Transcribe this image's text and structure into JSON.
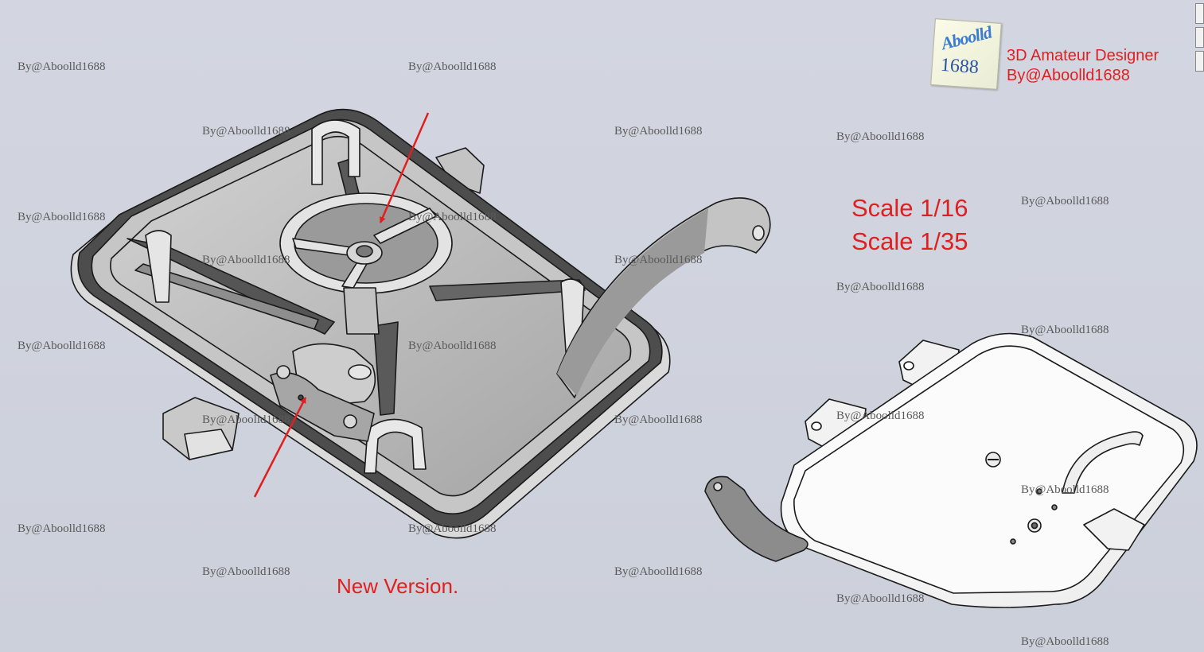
{
  "branding": {
    "logo_top": "Aboolld",
    "logo_bottom": "1688",
    "line1": "3D Amateur Designer",
    "line2": "By@Aboolld1688"
  },
  "annotations": {
    "scale_1": "Scale  1/16",
    "scale_2": "Scale  1/35",
    "new_version": "New Version."
  },
  "watermark_text": "By@Aboolld1688",
  "watermarks": [
    "By@Aboolld1688",
    "By@Aboolld1688",
    "By@Aboolld1688",
    "By@Aboolld1688",
    "By@Aboolld1688",
    "By@Aboolld1688",
    "By@Aboolld1688",
    "By@Aboolld1688",
    "By@Aboolld1688",
    "By@Aboolld1688",
    "By@Aboolld1688",
    "By@Aboolld1688",
    "By@Aboolld1688",
    "By@Aboolld1688",
    "By@Aboolld1688",
    "By@Aboolld1688",
    "By@Aboolld1688",
    "By@Aboolld1688",
    "By@Aboolld1688",
    "By@Aboolld1688",
    "By@Aboolld1688",
    "By@Aboolld1688",
    "By@Aboolld1688",
    "By@Aboolld1688"
  ],
  "colors": {
    "background": "#cfd3de",
    "accent_red": "#e02020",
    "model_gray": "#b8b8b8",
    "model_dark": "#5c5c5c",
    "model_white": "#f7f7f7"
  }
}
